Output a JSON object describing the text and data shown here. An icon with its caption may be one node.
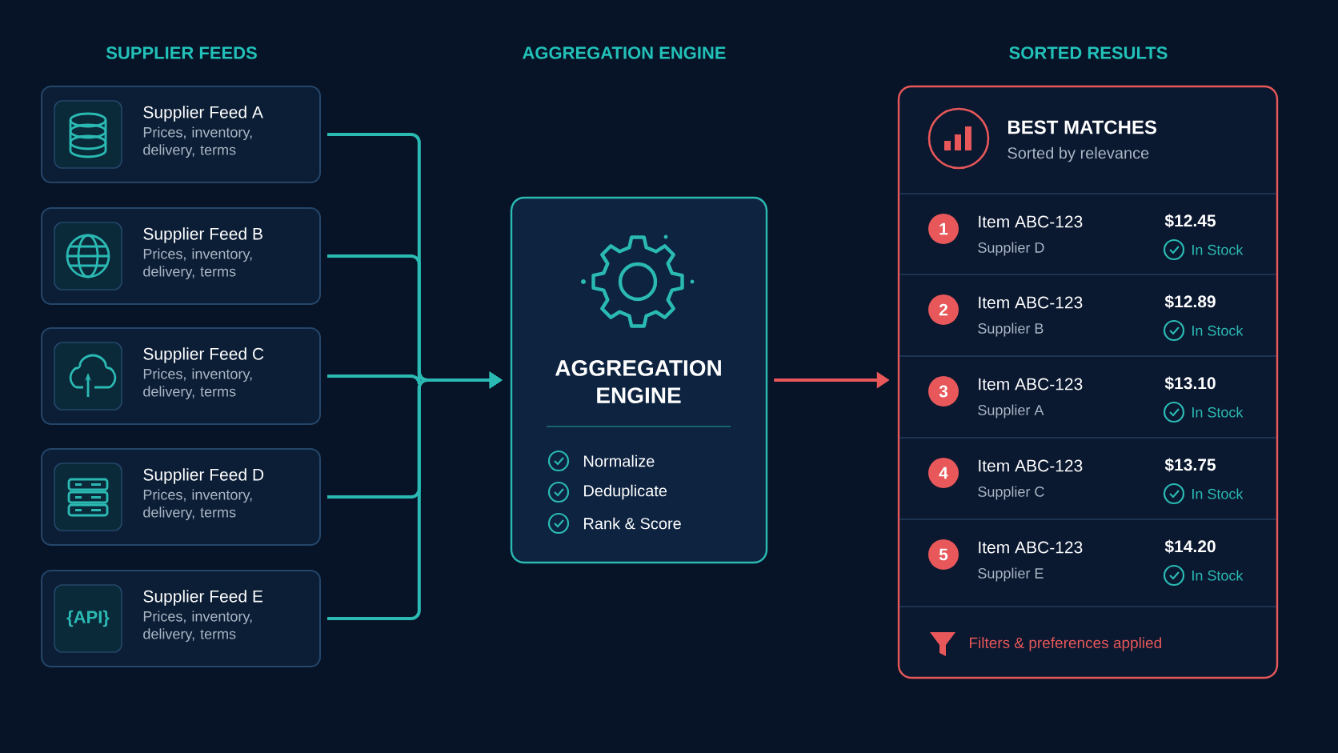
{
  "diagram": {
    "nodes": [
      {
        "text": [
          "Supplier Feed A",
          "Prices, inventory, delivery, terms"
        ]
      },
      {
        "text": [
          "Supplier Feed B",
          "Prices, inventory, delivery, terms"
        ]
      },
      {
        "text": [
          "Supplier Feed C",
          "Prices, inventory, delivery, terms"
        ]
      },
      {
        "text": [
          "Supplier Feed D",
          "Prices, inventory, delivery, terms"
        ]
      },
      {
        "text": [
          "Supplier Feed E",
          "Prices, inventory, delivery, terms"
        ]
      },
      {
        "text": [
          "AGGREGATION ENGINE",
          "Normalize",
          "Deduplicate",
          "Rank & Score"
        ]
      },
      {
        "text": [
          "BEST MATCHES",
          "Sorted by relevance",
          "Filters & preferences applied"
        ]
      },
      {
        "text": [
          "1",
          "Item ABC-123",
          "Supplier D",
          "$12.45",
          "In Stock"
        ],
        "in": 6
      },
      {
        "text": [
          "2",
          "Item ABC-123",
          "Supplier B",
          "$12.89",
          "In Stock"
        ],
        "in": 6
      },
      {
        "text": [
          "3",
          "Item ABC-123",
          "Supplier A",
          "$13.10",
          "In Stock"
        ],
        "in": 6
      },
      {
        "text": [
          "4",
          "Item ABC-123",
          "Supplier C",
          "$13.75",
          "In Stock"
        ],
        "in": 6
      },
      {
        "text": [
          "5",
          "Item ABC-123",
          "Supplier E",
          "$14.20",
          "In Stock"
        ],
        "in": 6
      }
    ],
    "edges": [
      {
        "from": 0,
        "to": 5,
        "arrow": "to"
      },
      {
        "from": 1,
        "to": 5,
        "arrow": "to"
      },
      {
        "from": 2,
        "to": 5,
        "arrow": "to"
      },
      {
        "from": 3,
        "to": 5,
        "arrow": "to"
      },
      {
        "from": 4,
        "to": 5,
        "arrow": "to"
      },
      {
        "from": 5,
        "to": 6,
        "arrow": "to",
        "color": "#e8585a"
      }
    ],
    "labels": [
      "SUPPLIER FEEDS",
      "AGGREGATION ENGINE",
      "SORTED RESULTS",
      "{API}"
    ]
  }
}
